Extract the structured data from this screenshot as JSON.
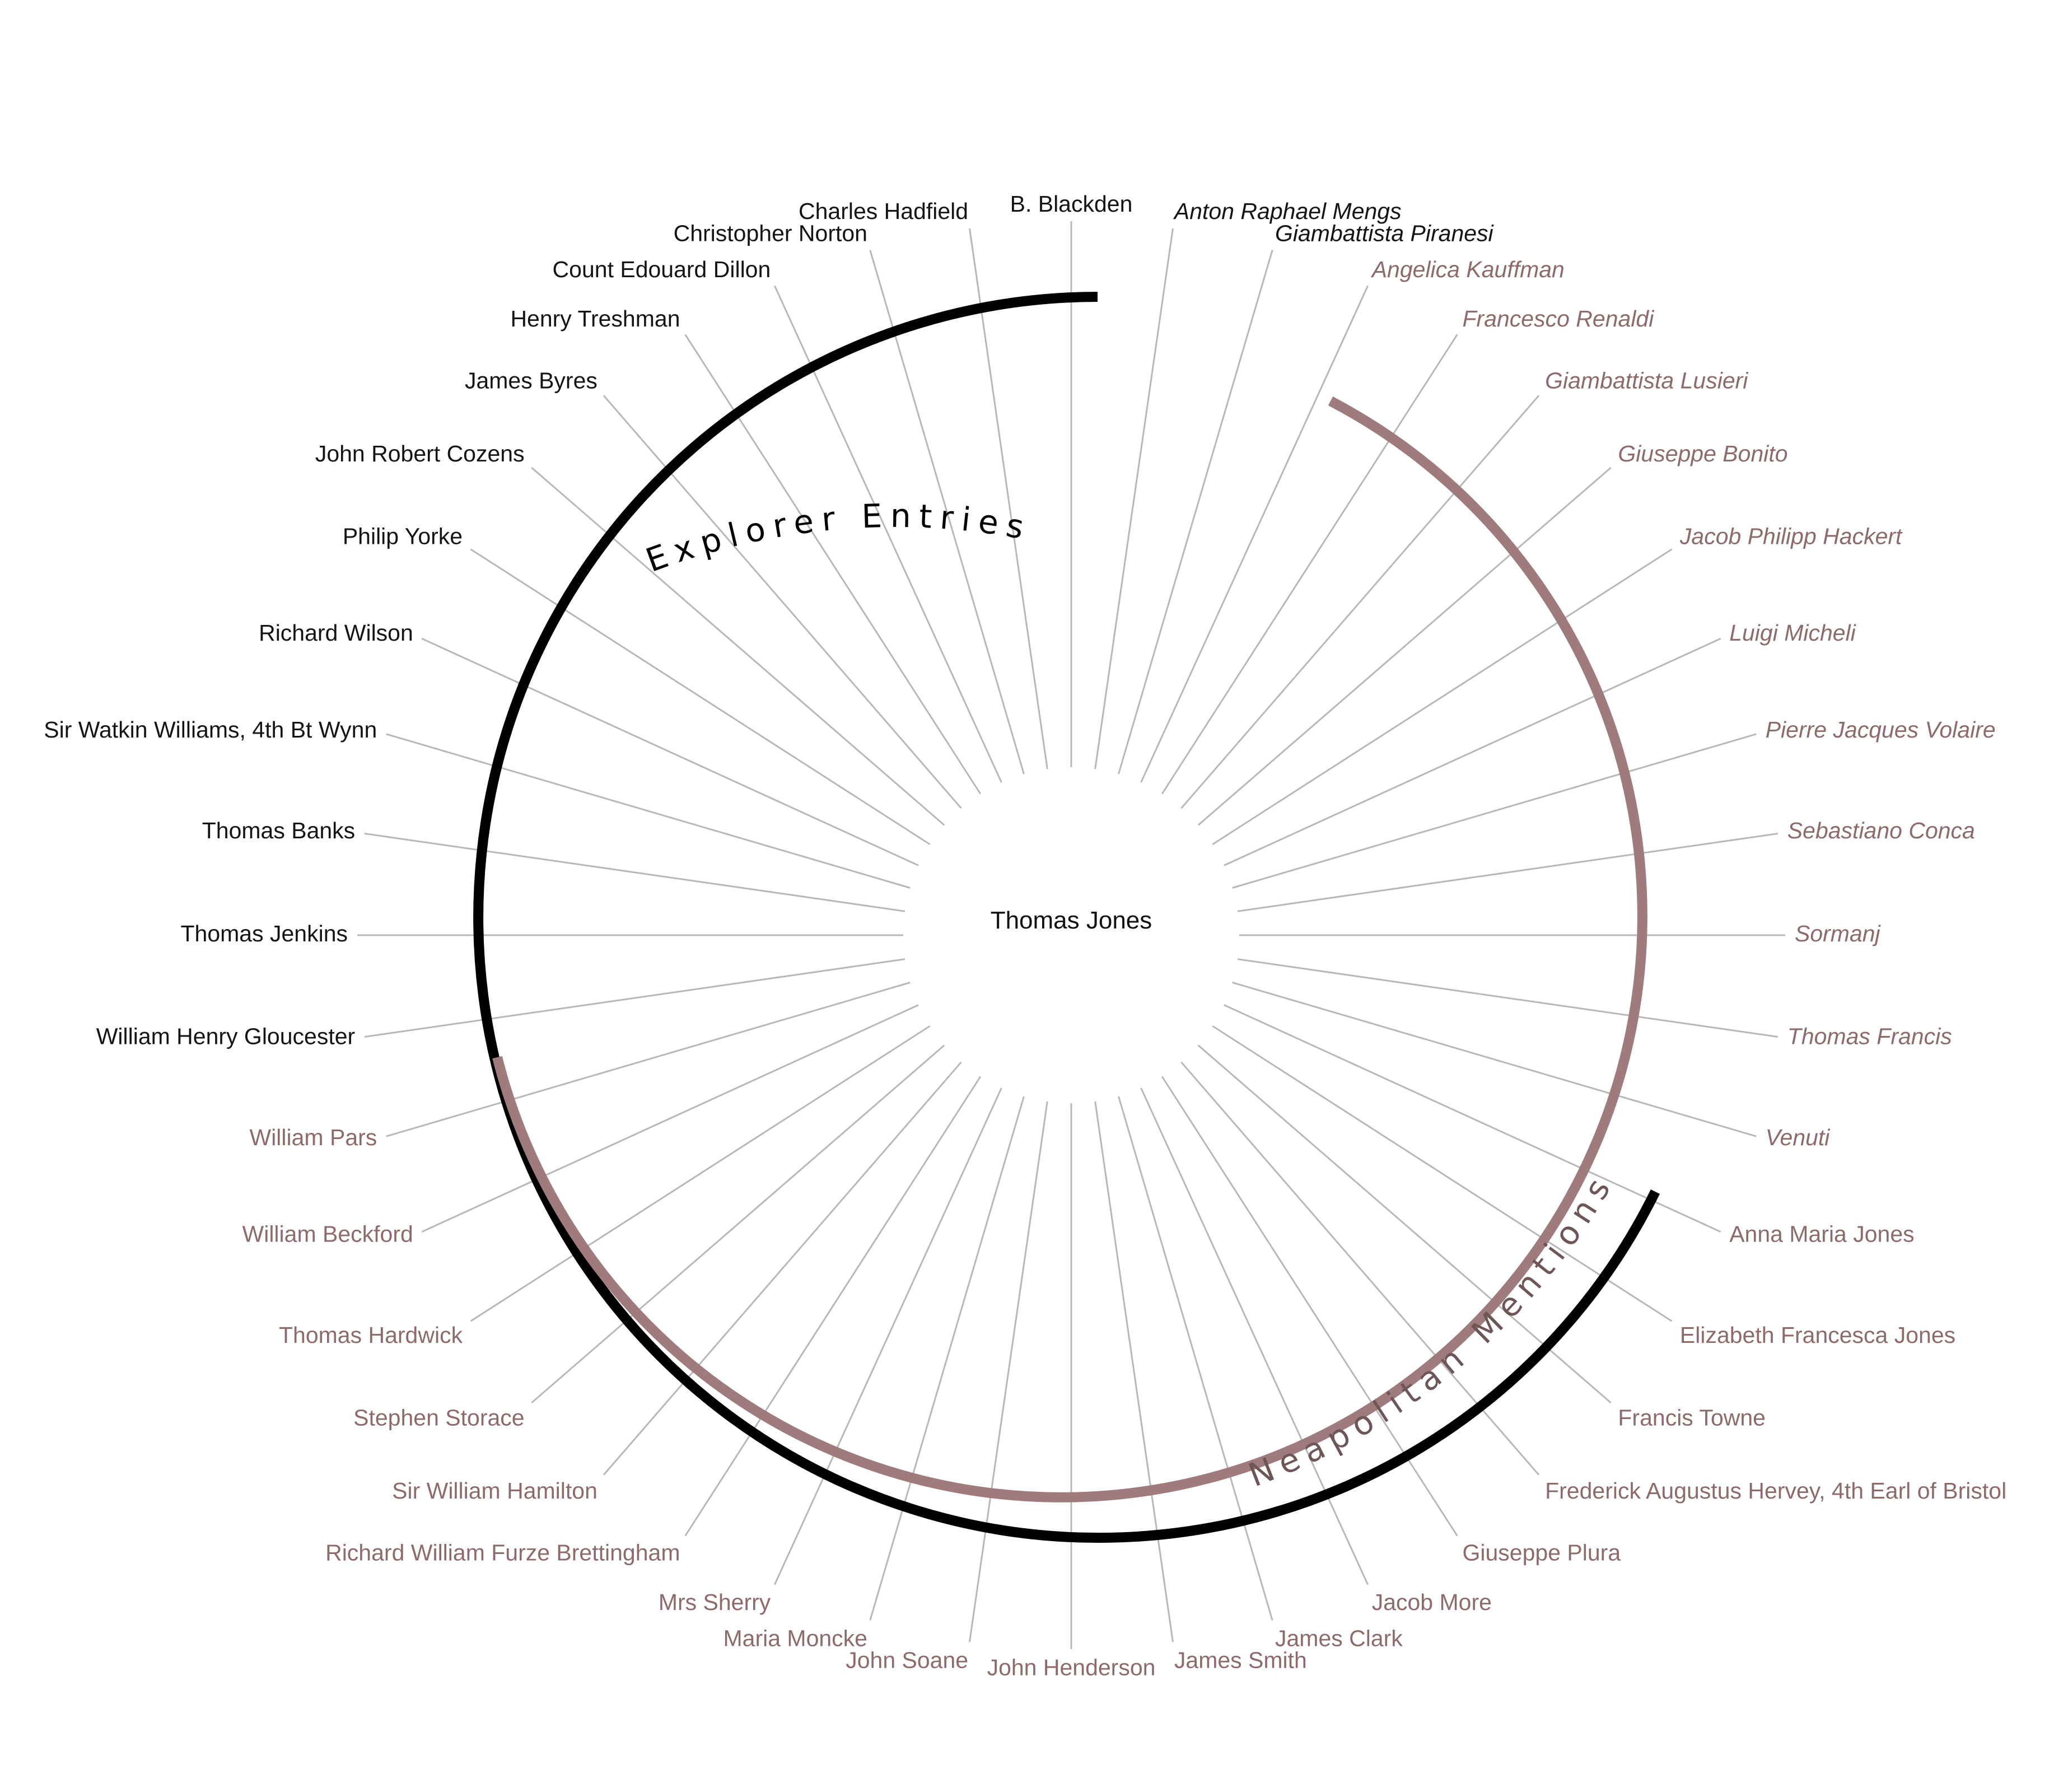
{
  "center": {
    "name": "Thomas Jones"
  },
  "arcs": {
    "explorer": {
      "label": "Explorer Entries",
      "color": "#000000"
    },
    "neapolitan": {
      "label": "Neapolitan Mentions",
      "color": "#a07b7d"
    }
  },
  "colors": {
    "black_label": "#141414",
    "rose_label": "#8d6a6c",
    "spoke": "#b8b8b8"
  },
  "nodes": [
    {
      "name": "B. Blackden",
      "group": "explorer",
      "italic": false
    },
    {
      "name": "Anton Raphael Mengs",
      "group": "explorer",
      "italic": true
    },
    {
      "name": "Giambattista Piranesi",
      "group": "explorer",
      "italic": true
    },
    {
      "name": "Angelica Kauffman",
      "group": "neapolitan",
      "italic": true
    },
    {
      "name": "Francesco Renaldi",
      "group": "neapolitan",
      "italic": true
    },
    {
      "name": "Giambattista Lusieri",
      "group": "neapolitan",
      "italic": true
    },
    {
      "name": "Giuseppe Bonito",
      "group": "neapolitan",
      "italic": true
    },
    {
      "name": "Jacob Philipp Hackert",
      "group": "neapolitan",
      "italic": true
    },
    {
      "name": "Luigi Micheli",
      "group": "neapolitan",
      "italic": true
    },
    {
      "name": "Pierre Jacques Volaire",
      "group": "neapolitan",
      "italic": true
    },
    {
      "name": "Sebastiano Conca",
      "group": "neapolitan",
      "italic": true
    },
    {
      "name": "Sormanj",
      "group": "neapolitan",
      "italic": true
    },
    {
      "name": "Thomas Francis",
      "group": "neapolitan",
      "italic": true
    },
    {
      "name": "Venuti",
      "group": "neapolitan",
      "italic": true
    },
    {
      "name": "Anna Maria Jones",
      "group": "both",
      "italic": false
    },
    {
      "name": "Elizabeth Francesca Jones",
      "group": "both",
      "italic": false
    },
    {
      "name": "Francis Towne",
      "group": "both",
      "italic": false
    },
    {
      "name": "Frederick Augustus Hervey, 4th Earl of Bristol",
      "group": "both",
      "italic": false
    },
    {
      "name": "Giuseppe Plura",
      "group": "both",
      "italic": false
    },
    {
      "name": "Jacob More",
      "group": "both",
      "italic": false
    },
    {
      "name": "James Clark",
      "group": "both",
      "italic": false
    },
    {
      "name": "James Smith",
      "group": "both",
      "italic": false
    },
    {
      "name": "John Henderson",
      "group": "both",
      "italic": false
    },
    {
      "name": "John Soane",
      "group": "both",
      "italic": false
    },
    {
      "name": "Maria Moncke",
      "group": "both",
      "italic": false
    },
    {
      "name": "Mrs Sherry",
      "group": "both",
      "italic": false
    },
    {
      "name": "Richard William Furze Brettingham",
      "group": "both",
      "italic": false
    },
    {
      "name": "Sir William Hamilton",
      "group": "both",
      "italic": false
    },
    {
      "name": "Stephen Storace",
      "group": "both",
      "italic": false
    },
    {
      "name": "Thomas Hardwick",
      "group": "both",
      "italic": false
    },
    {
      "name": "William Beckford",
      "group": "both",
      "italic": false
    },
    {
      "name": "William Pars",
      "group": "both",
      "italic": false
    },
    {
      "name": "William Henry Gloucester",
      "group": "explorer",
      "italic": false
    },
    {
      "name": "Thomas Jenkins",
      "group": "explorer",
      "italic": false
    },
    {
      "name": "Thomas Banks",
      "group": "explorer",
      "italic": false
    },
    {
      "name": "Sir Watkin Williams, 4th Bt Wynn",
      "group": "explorer",
      "italic": false
    },
    {
      "name": "Richard Wilson",
      "group": "explorer",
      "italic": false
    },
    {
      "name": "Philip Yorke",
      "group": "explorer",
      "italic": false
    },
    {
      "name": "John Robert Cozens",
      "group": "explorer",
      "italic": false
    },
    {
      "name": "James Byres",
      "group": "explorer",
      "italic": false
    },
    {
      "name": "Henry Treshman",
      "group": "explorer",
      "italic": false
    },
    {
      "name": "Count Edouard Dillon",
      "group": "explorer",
      "italic": false
    },
    {
      "name": "Christopher Norton",
      "group": "explorer",
      "italic": false
    },
    {
      "name": "Charles Hadfield",
      "group": "explorer",
      "italic": false
    }
  ]
}
